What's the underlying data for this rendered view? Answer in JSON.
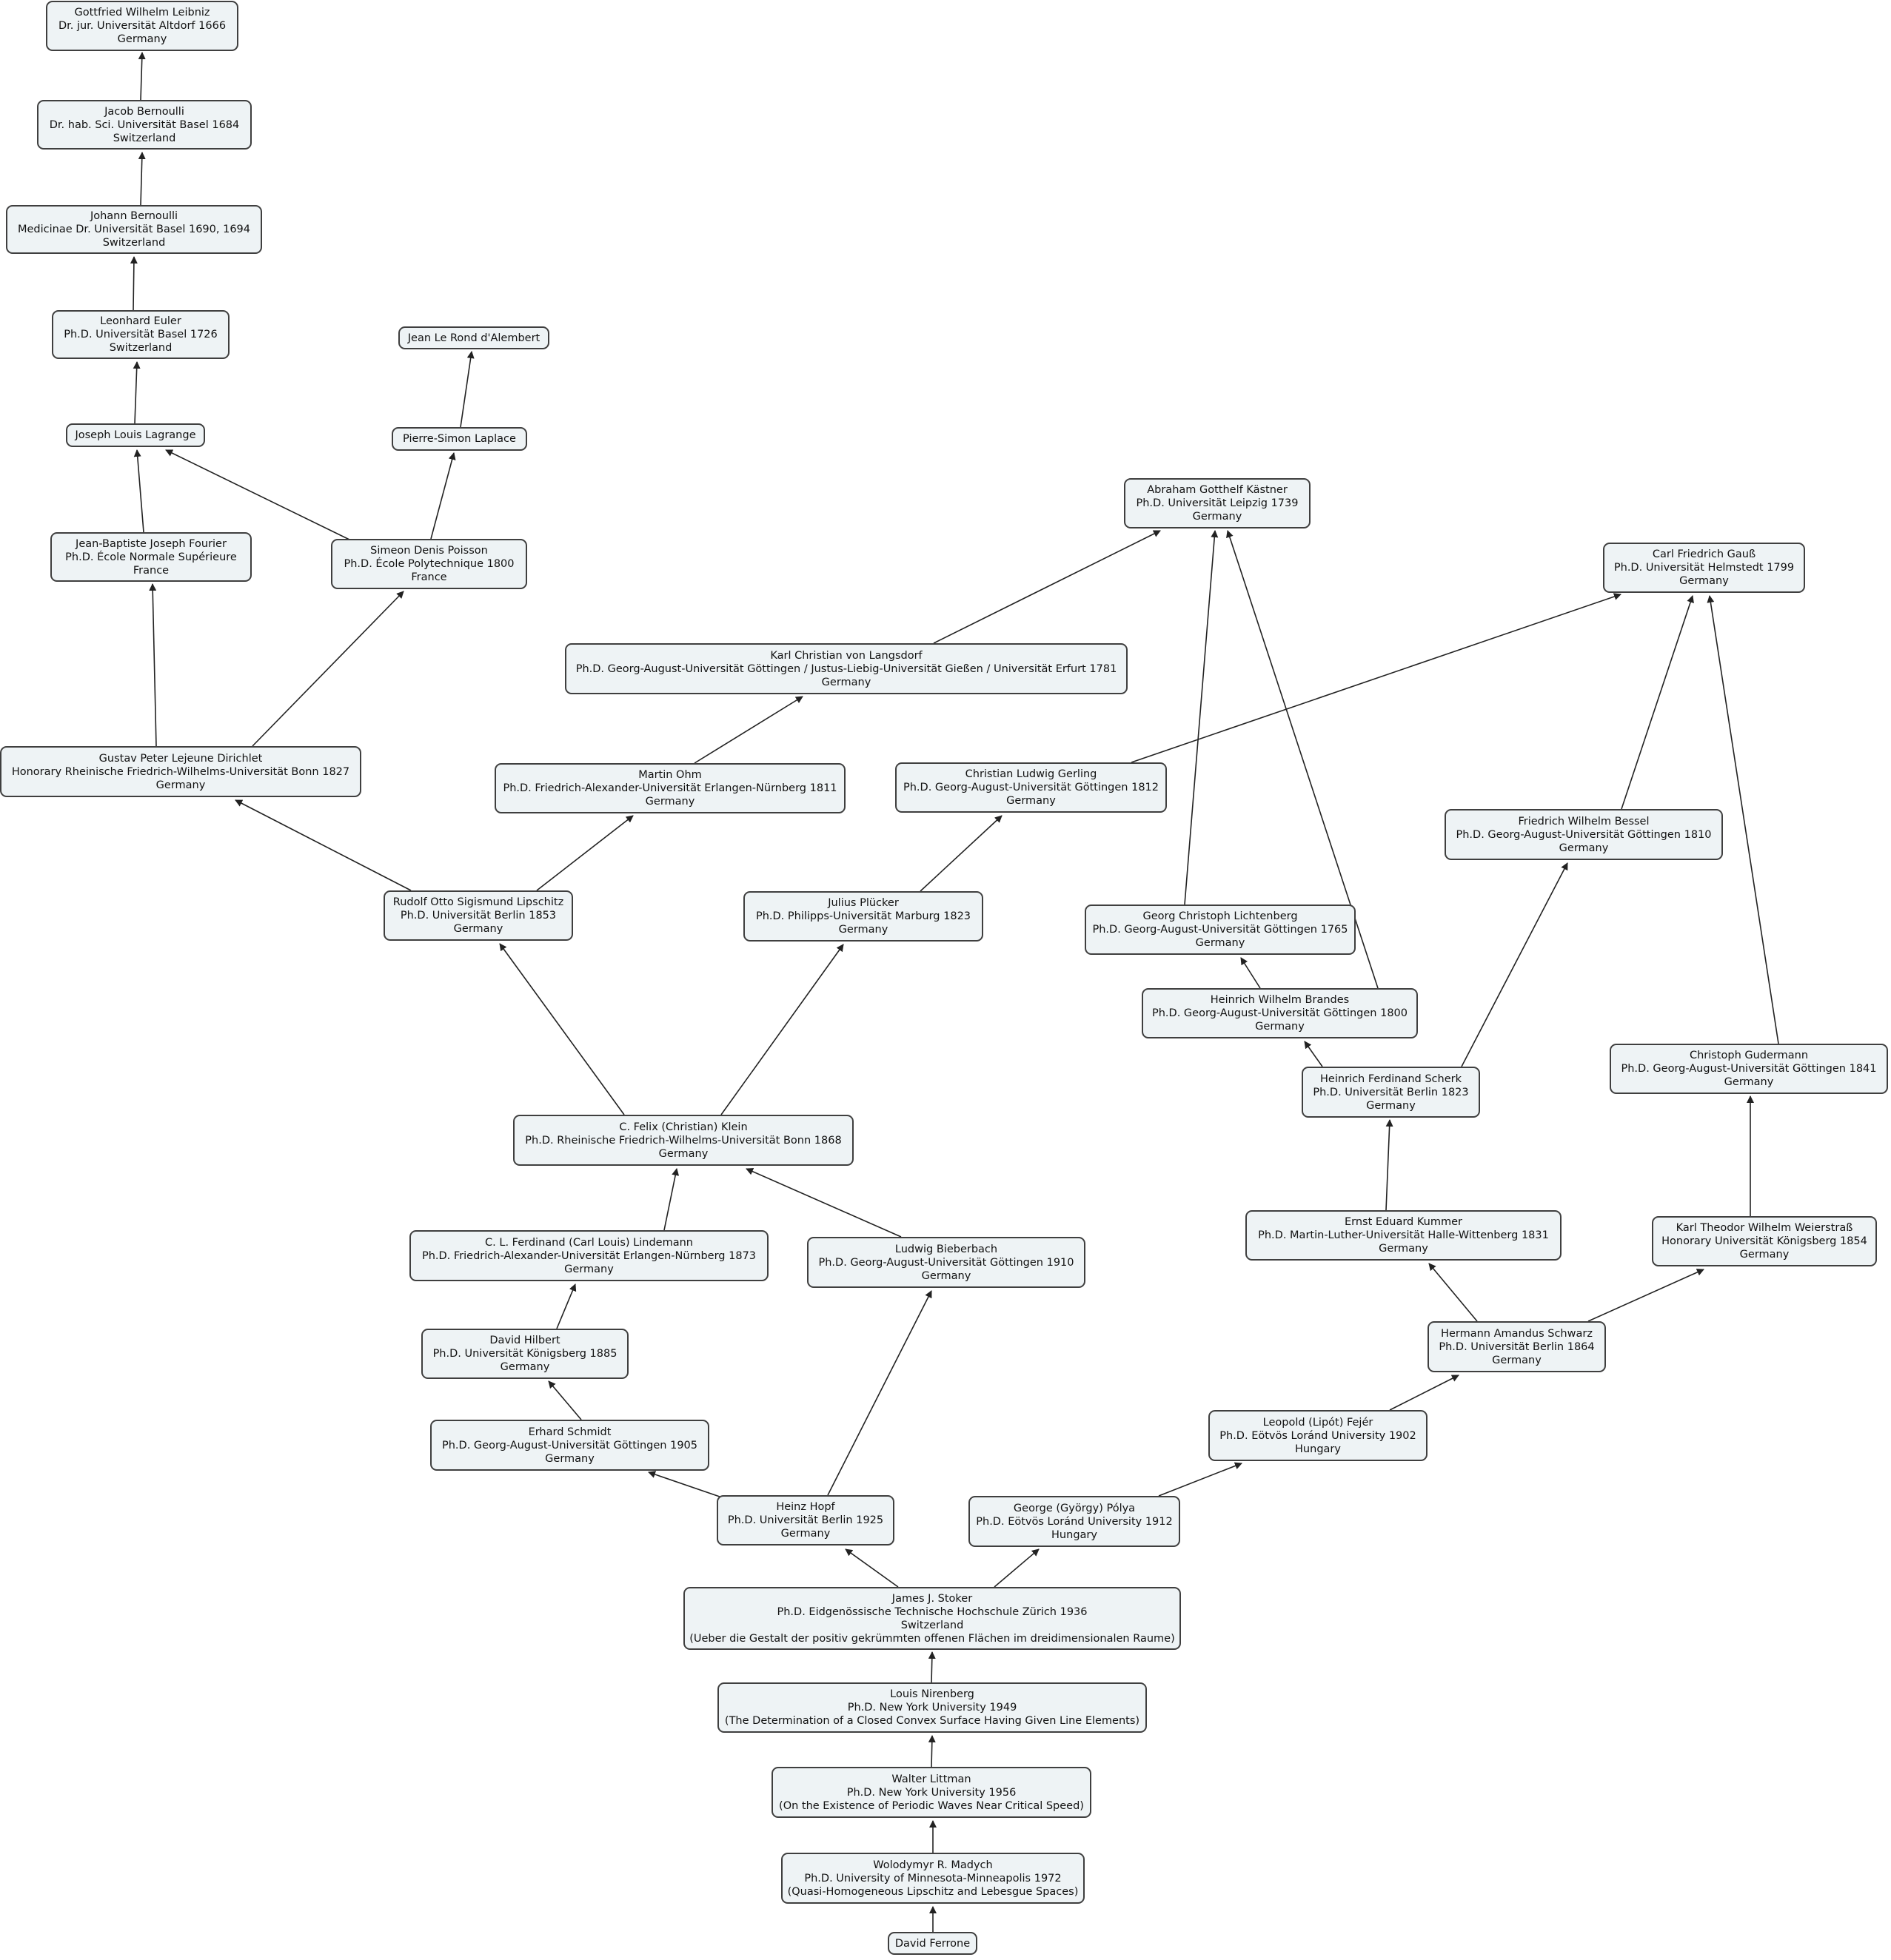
{
  "diagram": {
    "title": "",
    "edge_color": "#222222",
    "node_fill": "#eef3f5",
    "node_border": "#3f3f3f",
    "nodes": [
      {
        "id": "leibniz",
        "lines": [
          "Gottfried Wilhelm Leibniz",
          "Dr. jur. Universität Altdorf 1666",
          "Germany"
        ]
      },
      {
        "id": "jacob-bernoulli",
        "lines": [
          "Jacob  Bernoulli",
          "Dr. hab. Sci. Universität Basel 1684",
          "Switzerland"
        ]
      },
      {
        "id": "johann-bernoulli",
        "lines": [
          "Johann  Bernoulli",
          "Medicinae Dr. Universität Basel 1690, 1694",
          "Switzerland"
        ]
      },
      {
        "id": "euler",
        "lines": [
          "Leonhard  Euler",
          "Ph.D. Universität Basel 1726",
          "Switzerland"
        ]
      },
      {
        "id": "dalembert",
        "lines": [
          "Jean Le Rond d'Alembert"
        ]
      },
      {
        "id": "lagrange",
        "lines": [
          "Joseph Louis Lagrange"
        ]
      },
      {
        "id": "laplace",
        "lines": [
          "Pierre-Simon  Laplace"
        ]
      },
      {
        "id": "kastner",
        "lines": [
          "Abraham Gotthelf Kästner",
          "Ph.D. Universität Leipzig 1739",
          "Germany"
        ]
      },
      {
        "id": "fourier",
        "lines": [
          "Jean-Baptiste Joseph Fourier",
          "Ph.D. École Normale Supérieure",
          "France"
        ]
      },
      {
        "id": "poisson",
        "lines": [
          "Simeon Denis Poisson",
          "Ph.D. École Polytechnique  1800",
          "France"
        ]
      },
      {
        "id": "gauss",
        "lines": [
          "Carl Friedrich Gauß",
          "Ph.D. Universität Helmstedt 1799",
          "Germany"
        ]
      },
      {
        "id": "langsdorf",
        "lines": [
          "Karl Christian von Langsdorf",
          "Ph.D. Georg-August-Universität Göttingen / Justus-Liebig-Universität Gießen / Universität Erfurt 1781",
          "Germany"
        ]
      },
      {
        "id": "dirichlet",
        "lines": [
          "Gustav Peter Lejeune Dirichlet",
          "Honorary Rheinische Friedrich-Wilhelms-Universität Bonn 1827",
          "Germany"
        ]
      },
      {
        "id": "ohm",
        "lines": [
          "Martin  Ohm",
          "Ph.D. Friedrich-Alexander-Universität Erlangen-Nürnberg 1811",
          "Germany"
        ]
      },
      {
        "id": "gerling",
        "lines": [
          "Christian Ludwig Gerling",
          "Ph.D. Georg-August-Universität Göttingen 1812",
          "Germany"
        ]
      },
      {
        "id": "bessel",
        "lines": [
          "Friedrich Wilhelm Bessel",
          "Ph.D. Georg-August-Universität Göttingen 1810",
          "Germany"
        ]
      },
      {
        "id": "lipschitz",
        "lines": [
          "Rudolf Otto Sigismund Lipschitz",
          "Ph.D. Universität Berlin 1853",
          "Germany"
        ]
      },
      {
        "id": "plucker",
        "lines": [
          "Julius  Plücker",
          "Ph.D. Philipps-Universität Marburg 1823",
          "Germany"
        ]
      },
      {
        "id": "lichtenberg",
        "lines": [
          "Georg Christoph Lichtenberg",
          "Ph.D. Georg-August-Universität Göttingen 1765",
          "Germany"
        ]
      },
      {
        "id": "brandes",
        "lines": [
          "Heinrich Wilhelm Brandes",
          "Ph.D. Georg-August-Universität Göttingen 1800",
          "Germany"
        ]
      },
      {
        "id": "gudermann",
        "lines": [
          "Christoph  Gudermann",
          "Ph.D. Georg-August-Universität Göttingen 1841",
          "Germany"
        ]
      },
      {
        "id": "scherk",
        "lines": [
          "Heinrich Ferdinand Scherk",
          "Ph.D. Universität Berlin 1823",
          "Germany"
        ]
      },
      {
        "id": "klein",
        "lines": [
          "C. Felix (Christian) Klein",
          "Ph.D. Rheinische Friedrich-Wilhelms-Universität Bonn 1868",
          "Germany"
        ]
      },
      {
        "id": "kummer",
        "lines": [
          "Ernst Eduard Kummer",
          "Ph.D. Martin-Luther-Universität Halle-Wittenberg 1831",
          "Germany"
        ]
      },
      {
        "id": "weierstrass",
        "lines": [
          "Karl Theodor Wilhelm Weierstraß",
          "Honorary Universität Königsberg 1854",
          "Germany"
        ]
      },
      {
        "id": "lindemann",
        "lines": [
          "C. L. Ferdinand (Carl Louis) Lindemann",
          "Ph.D. Friedrich-Alexander-Universität Erlangen-Nürnberg 1873",
          "Germany"
        ]
      },
      {
        "id": "bieberbach",
        "lines": [
          "Ludwig  Bieberbach",
          "Ph.D. Georg-August-Universität Göttingen 1910",
          "Germany"
        ]
      },
      {
        "id": "hilbert",
        "lines": [
          "David Hilbert",
          "Ph.D. Universität Königsberg 1885",
          "Germany"
        ]
      },
      {
        "id": "schwarz",
        "lines": [
          "Hermann Amandus Schwarz",
          "Ph.D. Universität Berlin 1864",
          "Germany"
        ]
      },
      {
        "id": "fejer",
        "lines": [
          "Leopold (Lipót) Fejér",
          "Ph.D. Eötvös Loránd University 1902",
          "Hungary"
        ]
      },
      {
        "id": "schmidt",
        "lines": [
          "Erhard  Schmidt",
          "Ph.D. Georg-August-Universität Göttingen 1905",
          "Germany"
        ]
      },
      {
        "id": "hopf",
        "lines": [
          "Heinz  Hopf",
          "Ph.D. Universität Berlin 1925",
          "Germany"
        ]
      },
      {
        "id": "polya",
        "lines": [
          "George (György) Pólya",
          "Ph.D. Eötvös Loránd University 1912",
          "Hungary"
        ]
      },
      {
        "id": "stoker",
        "lines": [
          "James J. Stoker",
          "Ph.D. Eidgenössische Technische Hochschule Zürich 1936",
          "Switzerland",
          "(Ueber die Gestalt der positiv gekrümmten offenen Flächen im dreidimensionalen Raume)"
        ]
      },
      {
        "id": "nirenberg",
        "lines": [
          "Louis  Nirenberg",
          "Ph.D. New York University 1949",
          "(The Determination of a Closed Convex Surface Having Given Line Elements)"
        ]
      },
      {
        "id": "littman",
        "lines": [
          "Walter  Littman",
          "Ph.D. New York University 1956",
          "(On the Existence of Periodic Waves Near Critical Speed)"
        ]
      },
      {
        "id": "madych",
        "lines": [
          "Wolodymyr R. Madych",
          "Ph.D. University of Minnesota-Minneapolis 1972",
          "(Quasi-Homogeneous Lipschitz and Lebesgue Spaces)"
        ]
      },
      {
        "id": "ferrone",
        "lines": [
          "David Ferrone"
        ]
      }
    ],
    "edges": [
      [
        "jacob-bernoulli",
        "leibniz"
      ],
      [
        "johann-bernoulli",
        "jacob-bernoulli"
      ],
      [
        "euler",
        "johann-bernoulli"
      ],
      [
        "lagrange",
        "euler"
      ],
      [
        "laplace",
        "dalembert"
      ],
      [
        "fourier",
        "lagrange"
      ],
      [
        "poisson",
        "lagrange"
      ],
      [
        "poisson",
        "laplace"
      ],
      [
        "dirichlet",
        "fourier"
      ],
      [
        "dirichlet",
        "poisson"
      ],
      [
        "langsdorf",
        "kastner"
      ],
      [
        "ohm",
        "langsdorf"
      ],
      [
        "lipschitz",
        "dirichlet"
      ],
      [
        "lipschitz",
        "ohm"
      ],
      [
        "gerling",
        "gauss"
      ],
      [
        "plucker",
        "gerling"
      ],
      [
        "klein",
        "lipschitz"
      ],
      [
        "klein",
        "plucker"
      ],
      [
        "lindemann",
        "klein"
      ],
      [
        "bieberbach",
        "klein"
      ],
      [
        "hilbert",
        "lindemann"
      ],
      [
        "schmidt",
        "hilbert"
      ],
      [
        "hopf",
        "schmidt"
      ],
      [
        "hopf",
        "bieberbach"
      ],
      [
        "stoker",
        "hopf"
      ],
      [
        "stoker",
        "polya"
      ],
      [
        "nirenberg",
        "stoker"
      ],
      [
        "littman",
        "nirenberg"
      ],
      [
        "madych",
        "littman"
      ],
      [
        "ferrone",
        "madych"
      ],
      [
        "polya",
        "fejer"
      ],
      [
        "fejer",
        "schwarz"
      ],
      [
        "schwarz",
        "kummer"
      ],
      [
        "schwarz",
        "weierstrass"
      ],
      [
        "kummer",
        "scherk"
      ],
      [
        "weierstrass",
        "gudermann"
      ],
      [
        "gudermann",
        "gauss"
      ],
      [
        "scherk",
        "brandes"
      ],
      [
        "scherk",
        "bessel"
      ],
      [
        "bessel",
        "gauss"
      ],
      [
        "brandes",
        "lichtenberg"
      ],
      [
        "brandes",
        "kastner"
      ],
      [
        "lichtenberg",
        "kastner"
      ]
    ]
  }
}
